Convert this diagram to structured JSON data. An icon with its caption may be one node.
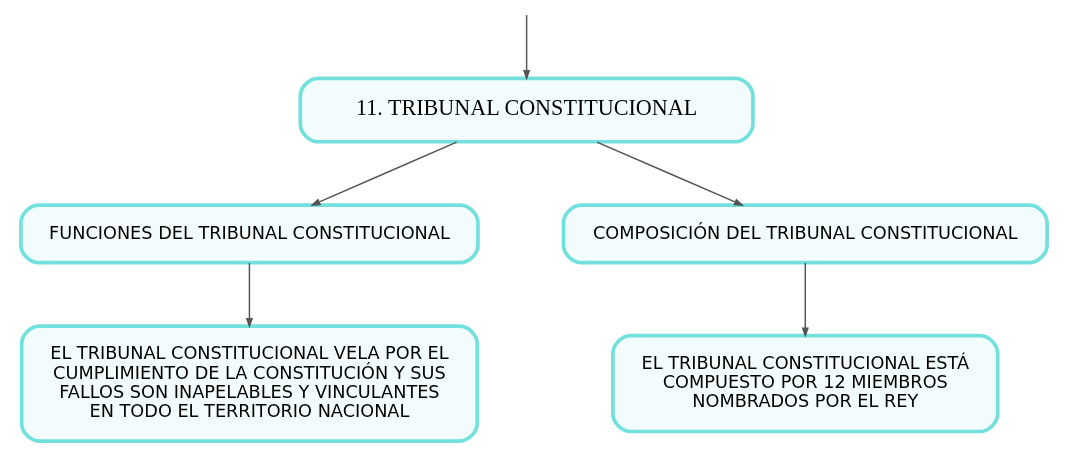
{
  "diagram": {
    "nodes": [
      {
        "text": [
          "11. TRIBUNAL CONSTITUCIONAL"
        ]
      },
      {
        "text": [
          "FUNCIONES DEL TRIBUNAL CONSTITUCIONAL"
        ]
      },
      {
        "text": [
          "COMPOSICIÓN DEL TRIBUNAL CONSTITUCIONAL"
        ]
      },
      {
        "text": [
          "EL TRIBUNAL CONSTITUCIONAL VELA POR EL CUMPLIMIENTO DE LA CONSTITUCIÓN Y SUS FALLOS SON INAPELABLES Y VINCULANTES EN TODO EL TERRITORIO NACIONAL"
        ]
      },
      {
        "text": [
          "EL TRIBUNAL CONSTITUCIONAL ESTÁ COMPUESTO POR 12 MIEMBROS NOMBRADOS POR EL REY"
        ]
      }
    ],
    "edges": [
      {
        "from": null,
        "to": 0,
        "arrow": "to"
      },
      {
        "from": 0,
        "to": 1,
        "arrow": "to"
      },
      {
        "from": 0,
        "to": 2,
        "arrow": "to"
      },
      {
        "from": 1,
        "to": 3,
        "arrow": "to"
      },
      {
        "from": 2,
        "to": 4,
        "arrow": "to"
      }
    ]
  }
}
